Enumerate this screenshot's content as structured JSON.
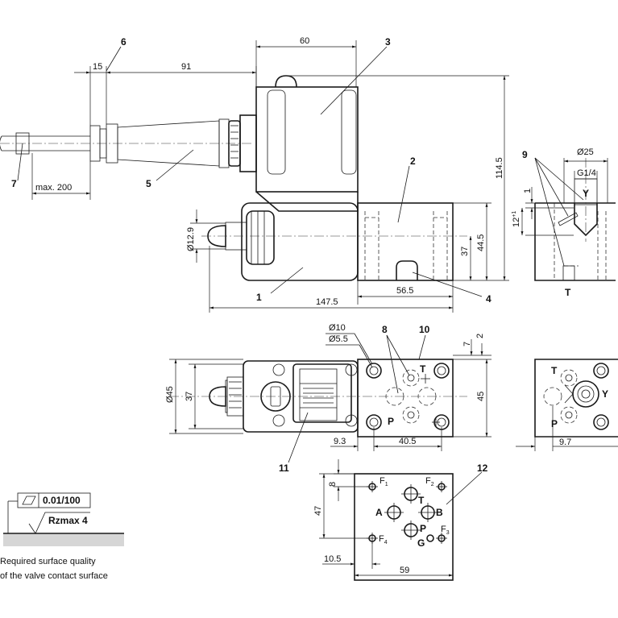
{
  "callouts": [
    "1",
    "2",
    "3",
    "4",
    "5",
    "6",
    "7",
    "8",
    "9",
    "10",
    "11",
    "12"
  ],
  "dims_side": {
    "d60": "60",
    "d15": "15",
    "d91": "91",
    "dmax200": "max. 200",
    "d114_5": "114.5",
    "d37": "37",
    "d44_5": "44.5",
    "d56_5": "56.5",
    "d147_5": "147.5",
    "dphi12_9": "Ø12.9"
  },
  "detail9": {
    "dphi25": "Ø25",
    "g14": "G1/4",
    "d1": "1",
    "d12": "12",
    "d12_sup": "+1",
    "port_y": "Y",
    "port_t": "T"
  },
  "dims_top": {
    "dphi10": "Ø10",
    "dphi5_5": "Ø5.5",
    "dphi45": "Ø45",
    "d37": "37",
    "d45": "45",
    "d7": "7",
    "d2": "2",
    "d9_3": "9.3",
    "d40_5": "40.5",
    "port_t": "T",
    "port_p": "P"
  },
  "dims_right": {
    "d9_7": "9.7",
    "port_t": "T",
    "port_y": "Y",
    "port_p": "P"
  },
  "mounting": {
    "d8": "8",
    "d47": "47",
    "d10_5": "10.5",
    "d59": "59",
    "ports": [
      "A",
      "B",
      "T",
      "P",
      "G"
    ],
    "f_labels": [
      "F",
      "F",
      "F",
      "F"
    ],
    "f_subs": [
      "1",
      "2",
      "3",
      "4"
    ]
  },
  "surface": {
    "flatness": "0.01/100",
    "roughness": "Rzmax 4",
    "note_line1": "Required surface quality",
    "note_line2": "of the valve contact surface"
  }
}
